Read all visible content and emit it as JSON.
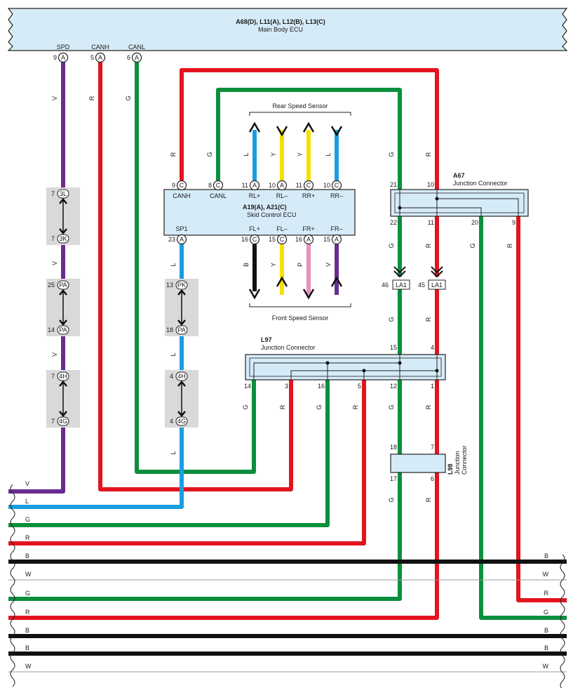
{
  "ecu_main": {
    "title": "A68(D), L11(A), L12(B), L13(C)",
    "subtitle": "Main Body ECU",
    "fill": "#d6ebf8",
    "pins": [
      {
        "label": "SPD",
        "num": "9",
        "conn": "A"
      },
      {
        "label": "CANH",
        "num": "5",
        "conn": "A"
      },
      {
        "label": "CANL",
        "num": "6",
        "conn": "A"
      }
    ]
  },
  "skid_ecu": {
    "title": "A19(A), A21(C)",
    "subtitle": "Skid Control ECU",
    "top_pins": [
      {
        "label": "CANH",
        "num": "9",
        "conn": "C"
      },
      {
        "label": "CANL",
        "num": "8",
        "conn": "C"
      },
      {
        "label": "RL+",
        "num": "11",
        "conn": "A"
      },
      {
        "label": "RL–",
        "num": "10",
        "conn": "A"
      },
      {
        "label": "RR+",
        "num": "11",
        "conn": "C"
      },
      {
        "label": "RR–",
        "num": "10",
        "conn": "C"
      }
    ],
    "bottom_pins": [
      {
        "label": "SP1",
        "num": "23",
        "conn": "A"
      },
      {
        "label": "FL+",
        "num": "16",
        "conn": "C"
      },
      {
        "label": "FL–",
        "num": "15",
        "conn": "C"
      },
      {
        "label": "FR+",
        "num": "16",
        "conn": "A"
      },
      {
        "label": "FR–",
        "num": "15",
        "conn": "A"
      }
    ]
  },
  "rear_sensor": {
    "label": "Rear Speed Sensor",
    "wire_colors": [
      "L",
      "Y",
      "Y",
      "L"
    ]
  },
  "front_sensor": {
    "label": "Front Speed Sensor",
    "wire_colors": [
      "B",
      "Y",
      "P",
      "V"
    ]
  },
  "a67": {
    "title": "A67",
    "subtitle": "Junction Connector",
    "pins_top": [
      "21",
      "10"
    ],
    "pins_bottom": [
      "22",
      "11",
      "20",
      "9"
    ]
  },
  "l97": {
    "title": "L97",
    "subtitle": "Junction Connector",
    "pins_top": [
      "15",
      "4"
    ],
    "pins_bottom": [
      "14",
      "3",
      "16",
      "5",
      "12",
      "1"
    ]
  },
  "l98": {
    "title": "L98",
    "subtitle": "Junction\nConnector",
    "title_line": "L98",
    "sub_line1": "Junction",
    "sub_line2": "Connector",
    "pins_top": [
      "18",
      "7"
    ],
    "pins_bottom": [
      "17",
      "6"
    ]
  },
  "inline_left": [
    {
      "top_num": "7",
      "top_conn": "3L",
      "bot_num": "7",
      "bot_conn": "3K"
    },
    {
      "top_num": "25",
      "top_conn": "PA",
      "bot_num": "14",
      "bot_conn": "PA"
    },
    {
      "top_num": "7",
      "top_conn": "4H",
      "bot_num": "7",
      "bot_conn": "4G"
    }
  ],
  "inline_mid": [
    {
      "top_num": "13",
      "top_conn": "PK",
      "bot_num": "18",
      "bot_conn": "PA"
    },
    {
      "top_num": "4",
      "top_conn": "4H",
      "bot_num": "4",
      "bot_conn": "4G"
    }
  ],
  "la1": [
    {
      "num": "46",
      "conn": "LA1"
    },
    {
      "num": "45",
      "conn": "LA1"
    }
  ],
  "wire_codes": {
    "V": "V",
    "R": "R",
    "G": "G",
    "L": "L",
    "Y": "Y",
    "B": "B",
    "P": "P",
    "W": "W"
  },
  "bus_left": [
    "V",
    "L",
    "G",
    "R",
    "B",
    "W",
    "G",
    "R",
    "B",
    "B",
    "W"
  ],
  "bus_right": [
    "B",
    "W",
    "R",
    "G",
    "B",
    "B",
    "W"
  ],
  "colors": {
    "violet": "#6a2c91",
    "red": "#e3141e",
    "green": "#0b8f3c",
    "blue": "#1a9ee0",
    "yellow": "#f5e000",
    "black": "#111111",
    "pink": "#e98fc0",
    "ecu_fill": "#d6ebf8",
    "inline_fill": "#d9d9d9"
  }
}
